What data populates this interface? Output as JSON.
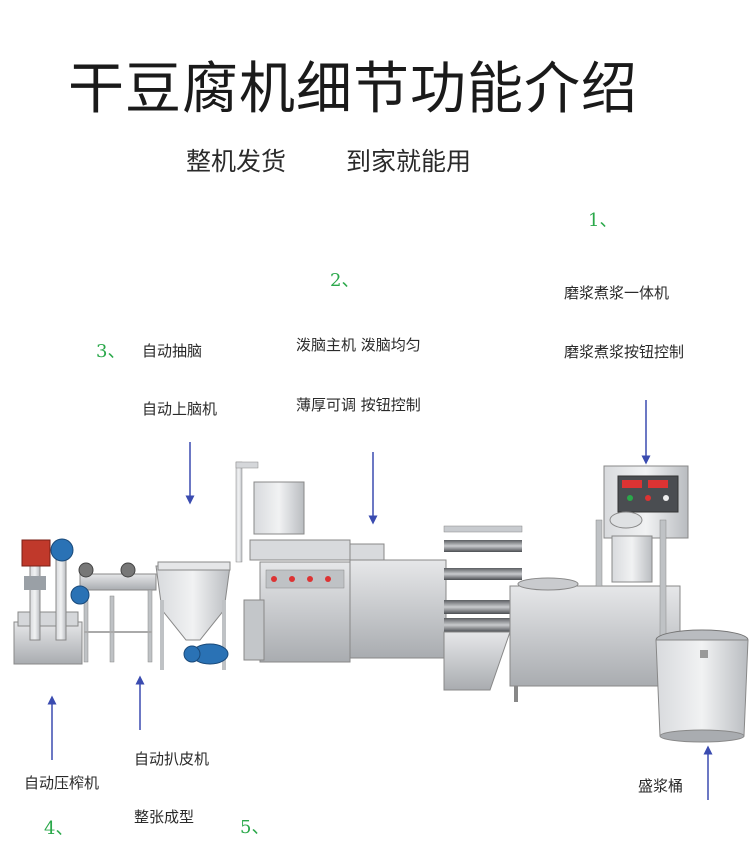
{
  "title": "干豆腐机细节功能介绍",
  "subtitle": {
    "left": "整机发货",
    "right": "到家就能用"
  },
  "labels": {
    "n1": "1、",
    "n1_line1": "磨浆煮浆一体机",
    "n1_line2": "磨浆煮浆按钮控制",
    "n2": "2、",
    "n2_line1": "泼脑主机 泼脑均匀",
    "n2_line2": "薄厚可调   按钮控制",
    "n3": "3、",
    "n3_line1": "自动抽脑",
    "n3_line2": "自动上脑机",
    "n4": "4、",
    "n4_line1": "自动压榨机",
    "n5": "5、",
    "n5_line1": "自动扒皮机",
    "n5_line2": "整张成型",
    "bucket": "盛浆桶"
  },
  "colors": {
    "number": "#2aa84a",
    "arrow": "#3a4bb0",
    "steel": "#c8cbcf",
    "motor": "#2a72b5",
    "engine": "#c0392b"
  },
  "icons": [
    "arrow-down-icon",
    "arrow-up-icon"
  ]
}
